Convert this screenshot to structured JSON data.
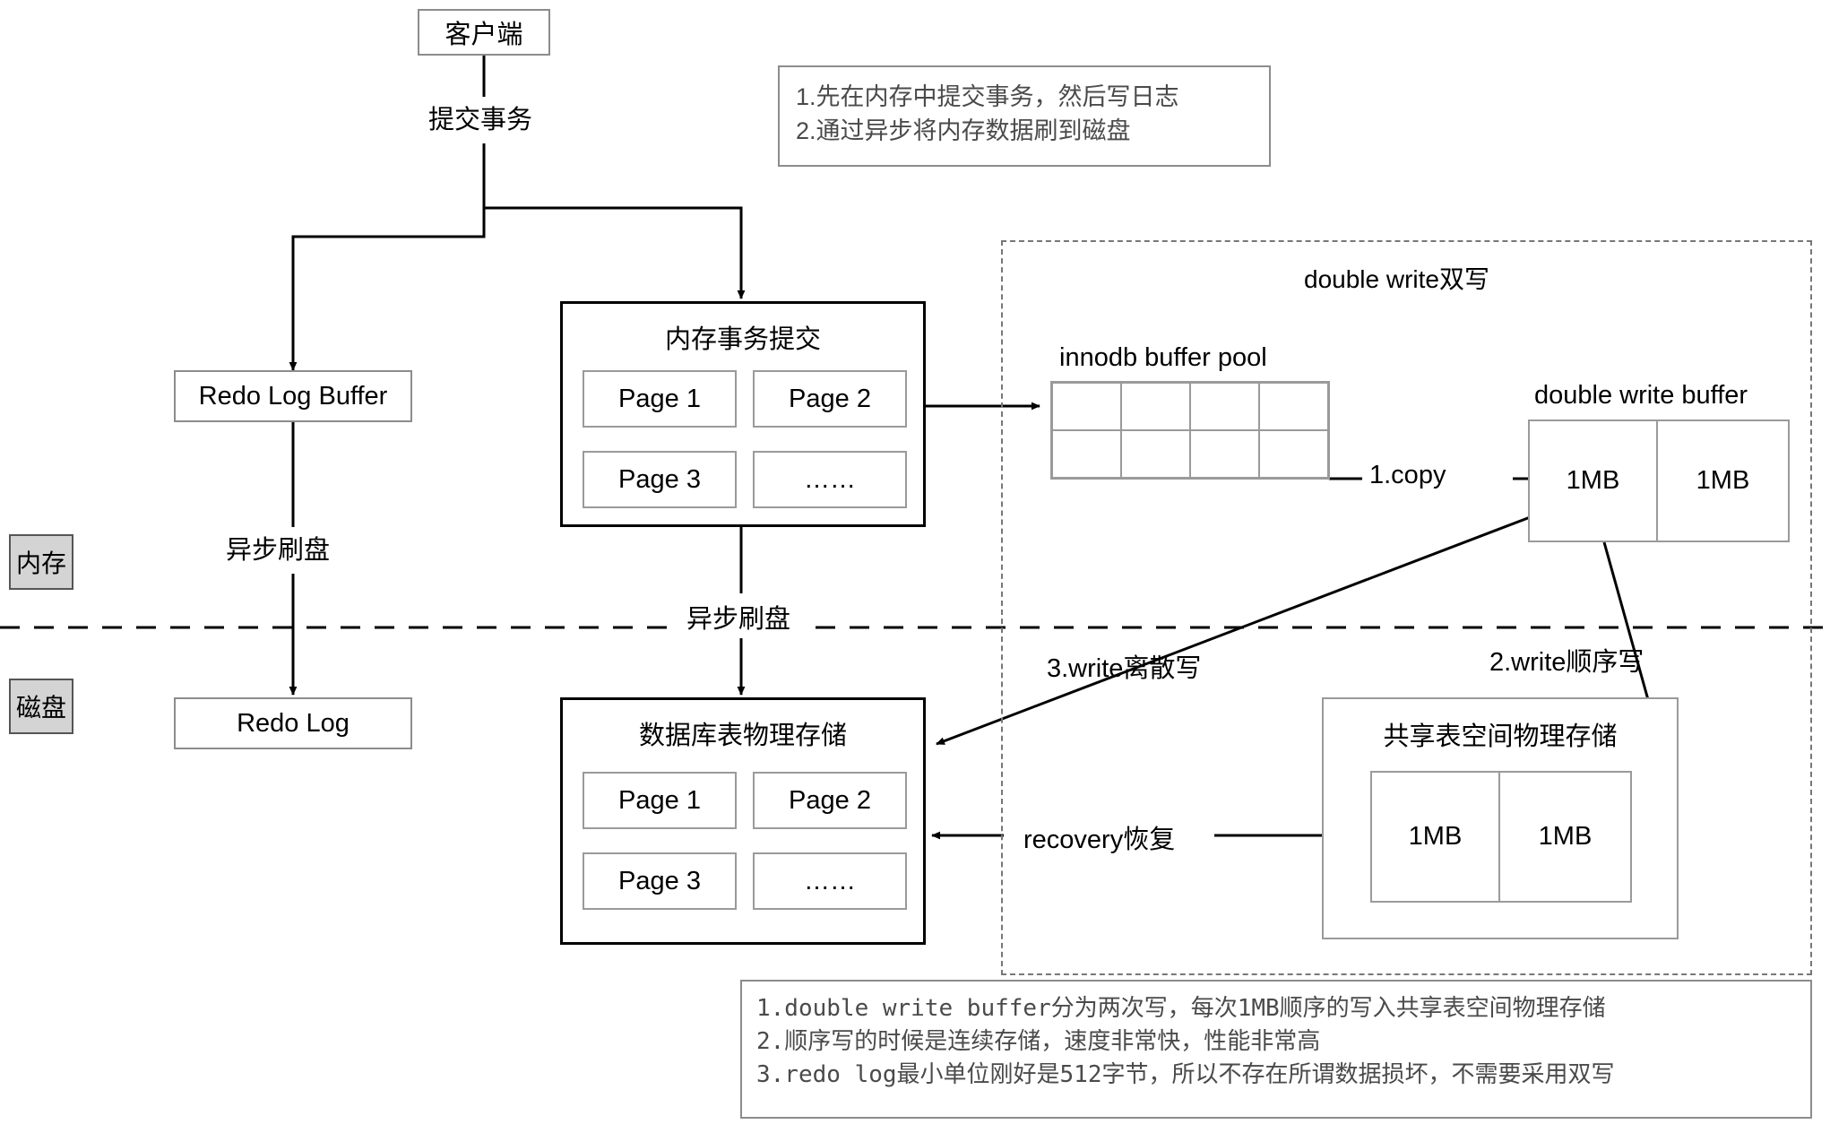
{
  "diagram": {
    "title_client": "客户端",
    "edge_commit": "提交事务",
    "redo_log_buffer": "Redo Log Buffer",
    "redo_log": "Redo Log",
    "async_flush_left": "异步刷盘",
    "async_flush_mid": "异步刷盘",
    "memory_tx": {
      "title": "内存事务提交",
      "pages": [
        "Page 1",
        "Page 2",
        "Page 3",
        "……"
      ]
    },
    "db_storage": {
      "title": "数据库表物理存储",
      "pages": [
        "Page 1",
        "Page 2",
        "Page 3",
        "……"
      ]
    },
    "innodb_buffer_pool": {
      "title": "innodb buffer pool",
      "rows": 2,
      "cols": 4
    },
    "double_write_group_title": "double write双写",
    "double_write_buffer": {
      "title": "double write buffer",
      "slots": [
        "1MB",
        "1MB"
      ]
    },
    "shared_tablespace": {
      "title": "共享表空间物理存储",
      "slots": [
        "1MB",
        "1MB"
      ]
    },
    "edges": {
      "copy": "1.copy",
      "write_sequential": "2.write顺序写",
      "write_scattered": "3.write离散写",
      "recovery": "recovery恢复"
    },
    "zone_tags": {
      "memory": "内存",
      "disk": "磁盘"
    },
    "note_top": [
      "1.先在内存中提交事务，然后写日志",
      "2.通过异步将内存数据刷到磁盘"
    ],
    "note_bottom": [
      "1.double write buffer分为两次写，每次1MB顺序的写入共享表空间物理存储",
      "2.顺序写的时候是连续存储，速度非常快，性能非常高",
      "3.redo log最小单位刚好是512字节，所以不存在所谓数据损坏，不需要采用双写"
    ],
    "colors": {
      "line": "#000000",
      "box_border": "#8c8c8c",
      "strong_border": "#000000",
      "tag_fill": "#d4d4d4",
      "note_text": "#4a4a4a",
      "dashed": "#777777"
    }
  }
}
